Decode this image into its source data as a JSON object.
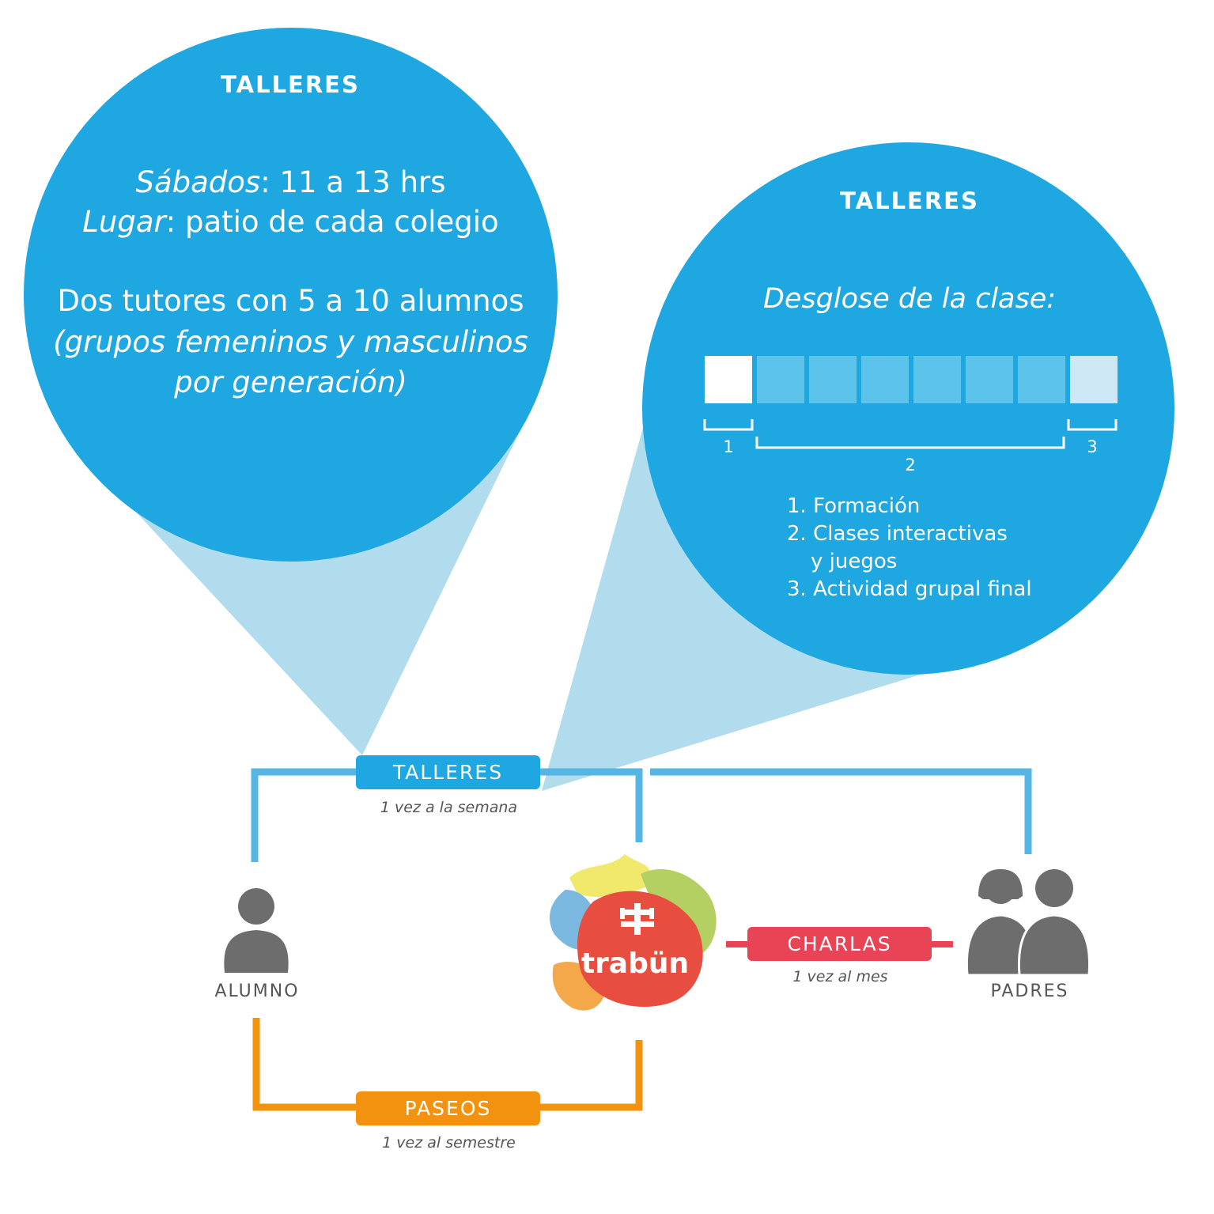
{
  "colors": {
    "circle_blue": "#1ea7e1",
    "cone_blue": "#b0dced",
    "line_blue": "#55b6e3",
    "orange": "#f3920f",
    "red": "#e84455",
    "person_gray": "#6d6d6d"
  },
  "left_bubble": {
    "title": "TALLERES",
    "line1_label": "Sábados",
    "line1_value": ": 11 a 13 hrs",
    "line2_label": "Lugar",
    "line2_value": ": patio de cada colegio",
    "line3": "Dos tutores con 5 a 10 alumnos",
    "line4": "(grupos femeninos y masculinos",
    "line5": "por generación)"
  },
  "right_bubble": {
    "title": "TALLERES",
    "subtitle": "Desglose de la clase:",
    "bar_segments": [
      {
        "part": 1,
        "color": "#ffffff"
      },
      {
        "part": 2,
        "color": "#5cc3ea"
      },
      {
        "part": 2,
        "color": "#5cc3ea"
      },
      {
        "part": 2,
        "color": "#5cc3ea"
      },
      {
        "part": 2,
        "color": "#5cc3ea"
      },
      {
        "part": 2,
        "color": "#5cc3ea"
      },
      {
        "part": 2,
        "color": "#5cc3ea"
      },
      {
        "part": 3,
        "color": "#cde8f4"
      }
    ],
    "bracket_labels": [
      "1",
      "2",
      "3"
    ],
    "list": [
      "1. Formación",
      "2. Clases interactivas",
      "y juegos",
      "3. Actividad grupal final"
    ]
  },
  "connections": {
    "talleres_label": "TALLERES",
    "talleres_freq": "1 vez a la semana",
    "paseos_label": "PASEOS",
    "paseos_freq": "1 vez al semestre",
    "charlas_label": "CHARLAS",
    "charlas_freq": "1 vez al mes"
  },
  "actors": {
    "student_label": "ALUMNO",
    "parents_label": "PADRES",
    "logo_text": "trabün"
  }
}
